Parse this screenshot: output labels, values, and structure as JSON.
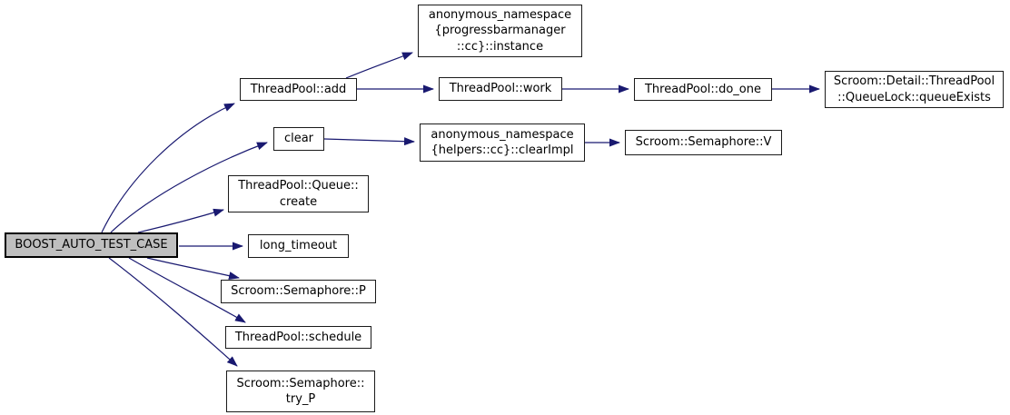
{
  "diagram": {
    "type": "call-graph",
    "background_color": "#ffffff",
    "edge_color": "#191970",
    "node_border_color": "#1a1a1a",
    "highlight_fill_color": "#bfbfbf",
    "nodes": {
      "boost": {
        "label": "BOOST_AUTO_TEST_CASE",
        "lines": [
          "BOOST_AUTO_TEST_CASE"
        ],
        "highlighted": true
      },
      "add": {
        "label": "ThreadPool::add",
        "lines": [
          "ThreadPool::add"
        ],
        "highlighted": false
      },
      "instance": {
        "label": "anonymous_namespace{progressbarmanager::cc}::instance",
        "lines": [
          "anonymous_namespace",
          "{progressbarmanager",
          "::cc}::instance"
        ],
        "highlighted": false
      },
      "work": {
        "label": "ThreadPool::work",
        "lines": [
          "ThreadPool::work"
        ],
        "highlighted": false
      },
      "do_one": {
        "label": "ThreadPool::do_one",
        "lines": [
          "ThreadPool::do_one"
        ],
        "highlighted": false
      },
      "queue_exists": {
        "label": "Scroom::Detail::ThreadPool::QueueLock::queueExists",
        "lines": [
          "Scroom::Detail::ThreadPool",
          "::QueueLock::queueExists"
        ],
        "highlighted": false
      },
      "clear": {
        "label": "clear",
        "lines": [
          "clear"
        ],
        "highlighted": false
      },
      "clear_impl": {
        "label": "anonymous_namespace{helpers::cc}::clearImpl",
        "lines": [
          "anonymous_namespace",
          "{helpers::cc}::clearImpl"
        ],
        "highlighted": false
      },
      "semaphore_v": {
        "label": "Scroom::Semaphore::V",
        "lines": [
          "Scroom::Semaphore::V"
        ],
        "highlighted": false
      },
      "create": {
        "label": "ThreadPool::Queue::create",
        "lines": [
          "ThreadPool::Queue::",
          "create"
        ],
        "highlighted": false
      },
      "long_timeout": {
        "label": "long_timeout",
        "lines": [
          "long_timeout"
        ],
        "highlighted": false
      },
      "semaphore_p": {
        "label": "Scroom::Semaphore::P",
        "lines": [
          "Scroom::Semaphore::P"
        ],
        "highlighted": false
      },
      "schedule": {
        "label": "ThreadPool::schedule",
        "lines": [
          "ThreadPool::schedule"
        ],
        "highlighted": false
      },
      "try_p": {
        "label": "Scroom::Semaphore::try_P",
        "lines": [
          "Scroom::Semaphore::",
          "try_P"
        ],
        "highlighted": false
      }
    },
    "edges": [
      {
        "from": "boost",
        "to": "add"
      },
      {
        "from": "boost",
        "to": "clear"
      },
      {
        "from": "boost",
        "to": "create"
      },
      {
        "from": "boost",
        "to": "long_timeout"
      },
      {
        "from": "boost",
        "to": "semaphore_p"
      },
      {
        "from": "boost",
        "to": "schedule"
      },
      {
        "from": "boost",
        "to": "try_p"
      },
      {
        "from": "add",
        "to": "instance"
      },
      {
        "from": "add",
        "to": "work"
      },
      {
        "from": "work",
        "to": "do_one"
      },
      {
        "from": "do_one",
        "to": "queue_exists"
      },
      {
        "from": "clear",
        "to": "clear_impl"
      },
      {
        "from": "clear_impl",
        "to": "semaphore_v"
      }
    ]
  }
}
